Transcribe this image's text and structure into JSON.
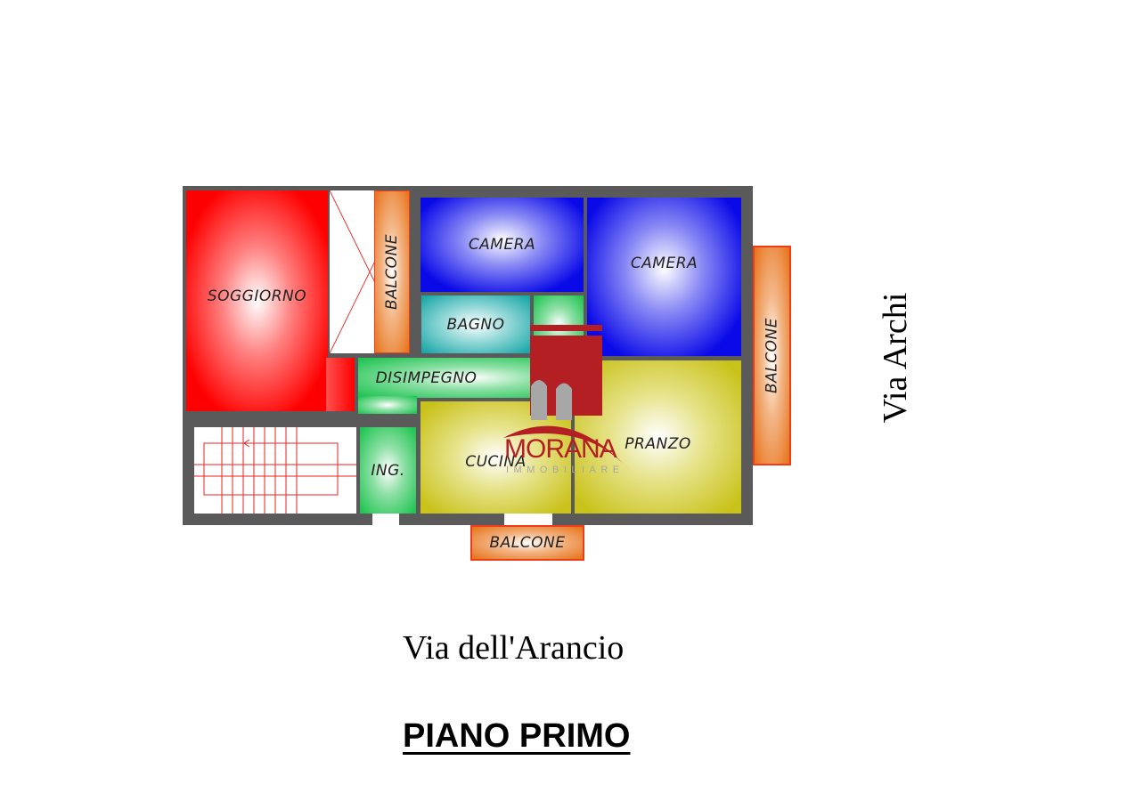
{
  "rooms": {
    "soggiorno": "SOGGIORNO",
    "camera1": "CAMERA",
    "camera2": "CAMERA",
    "bagno": "BAGNO",
    "disimpegno": "DISIMPEGNO",
    "ingresso": "ING.",
    "cucina": "CUCINA",
    "pranzo": "PRANZO",
    "balcone_left": "BALCONE",
    "balcone_right": "BALCONE",
    "balcone_bottom": "BALCONE"
  },
  "streets": {
    "right": "Via Archi",
    "bottom": "Via dell'Arancio"
  },
  "floor_title": "PIANO PRIMO",
  "logo": {
    "name": "MORANA",
    "subtitle": "IMMOBILIARE"
  },
  "colors": {
    "wall": "#5a5a5a",
    "logo_red": "#b41f24",
    "logo_gray": "#a7a7a7"
  }
}
